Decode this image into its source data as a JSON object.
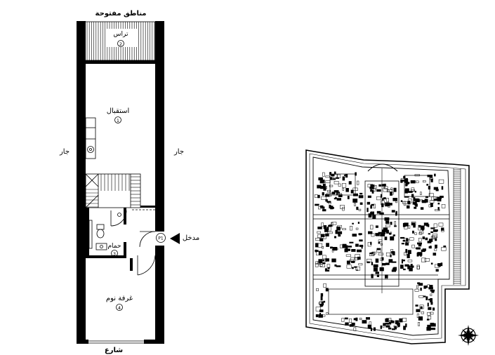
{
  "floor_plan": {
    "labels": {
      "open_areas": "مناطق مفتوحة",
      "terrace": "تراس",
      "reception": "استقبال",
      "neighbor_left": "جار",
      "neighbor_right": "جار",
      "entrance": "مدخل",
      "bathroom": "حمام",
      "bedroom": "غرفة نوم",
      "street": "شارع"
    },
    "room_numbers": {
      "terrace": "2",
      "reception": "1",
      "bathroom": "3",
      "bedroom": "4",
      "entrance_marker": "P1"
    }
  },
  "site_plan": {
    "north_arrow_icon": "compass-rose-icon"
  }
}
